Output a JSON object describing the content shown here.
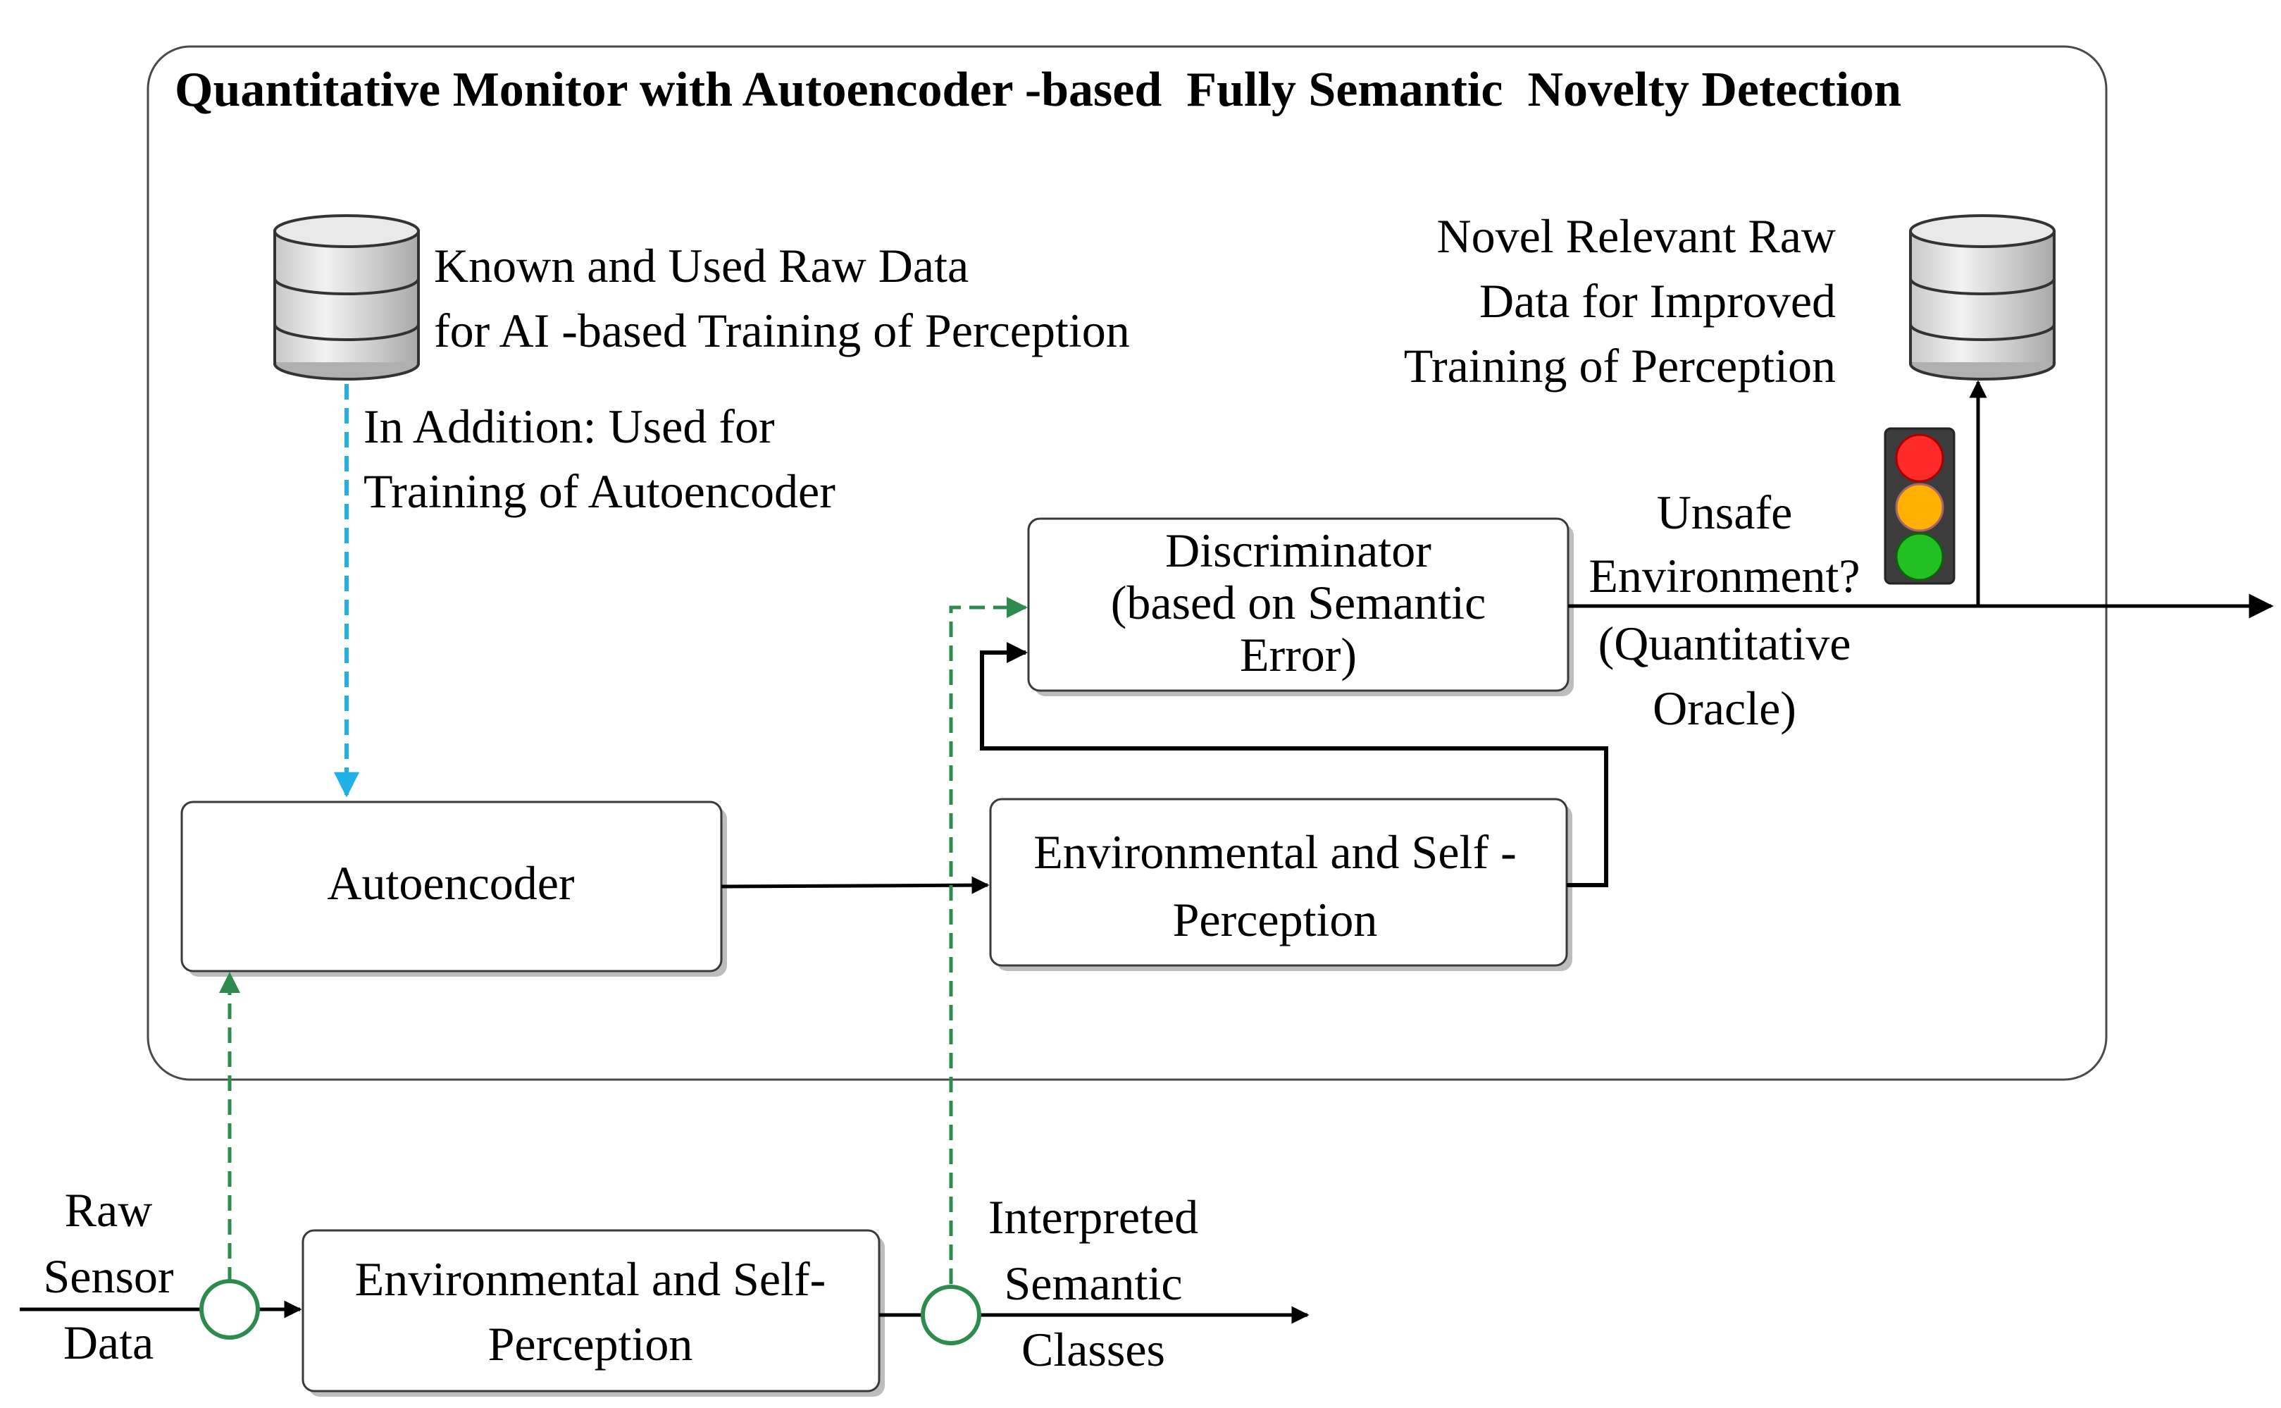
{
  "title": "Quantitative Monitor with Autoencoder -based  Fully Semantic  Novelty Detection",
  "known_data": {
    "line1": "Known and Used Raw Data",
    "line2": "for AI -based Training of Perception"
  },
  "in_addition": {
    "line1": "In Addition: Used for",
    "line2": "Training of Autoencoder"
  },
  "novel_data": {
    "line1": "Novel Relevant Raw",
    "line2": "Data for Improved",
    "line3": "Training of Perception"
  },
  "discriminator": {
    "line1": "Discriminator",
    "line2": "(based on Semantic",
    "line3": "Error)"
  },
  "unsafe": {
    "line1": "Unsafe",
    "line2": "Environment?",
    "line3": "(Quantitative",
    "line4": "Oracle)"
  },
  "autoencoder": {
    "label": "Autoencoder"
  },
  "env_perception_inner": {
    "line1": "Environmental and Self -",
    "line2": "Perception"
  },
  "raw_sensor": {
    "line1": "Raw",
    "line2": "Sensor",
    "line3": "Data"
  },
  "env_perception_outer": {
    "line1": "Environmental and Self-",
    "line2": "Perception"
  },
  "interpreted": {
    "line1": "Interpreted",
    "line2": "Semantic",
    "line3": "Classes"
  },
  "colors": {
    "training_arrow": "#1fb0e8",
    "sensor_tap": "#2e8b4e",
    "light_red": "#ff2a2a",
    "light_amber": "#ffb000",
    "light_green": "#22c022"
  }
}
